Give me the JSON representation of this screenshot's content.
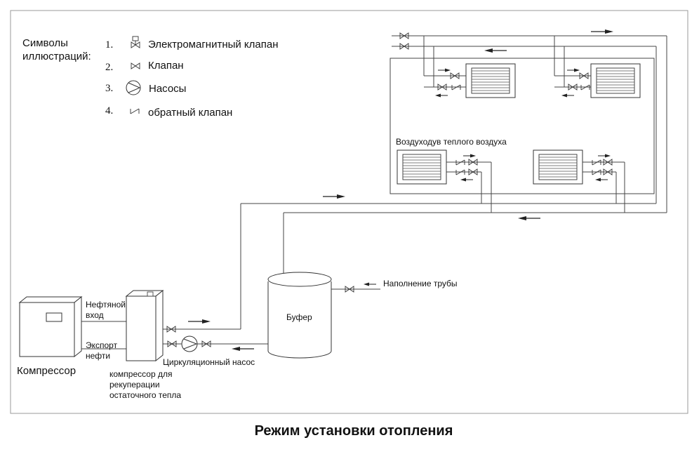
{
  "legend": {
    "title_line1": "Символы",
    "title_line2": "иллюстраций:",
    "items": [
      {
        "num": "1.",
        "label": "Электромагнитный клапан",
        "icon": "solenoid-valve-icon"
      },
      {
        "num": "2.",
        "label": "Клапан",
        "icon": "valve-icon"
      },
      {
        "num": "3.",
        "label": "Насосы",
        "icon": "pump-icon"
      },
      {
        "num": "4.",
        "label": "обратный клапан",
        "icon": "check-valve-icon"
      }
    ]
  },
  "labels": {
    "oil_inlet_1": "Нефтяной",
    "oil_inlet_2": "вход",
    "oil_export_1": "Экспорт",
    "oil_export_2": "нефти",
    "compressor": "Компрессор",
    "recovery_1": "компрессор для",
    "recovery_2": "рекуперации",
    "recovery_3": "остаточного тепла",
    "circ_pump": "Циркуляционный насос",
    "buffer": "Буфер",
    "pipe_fill": "Наполнение трубы",
    "air_duct": "Воздуходув теплого воздуха"
  },
  "caption": "Режим установки отопления"
}
